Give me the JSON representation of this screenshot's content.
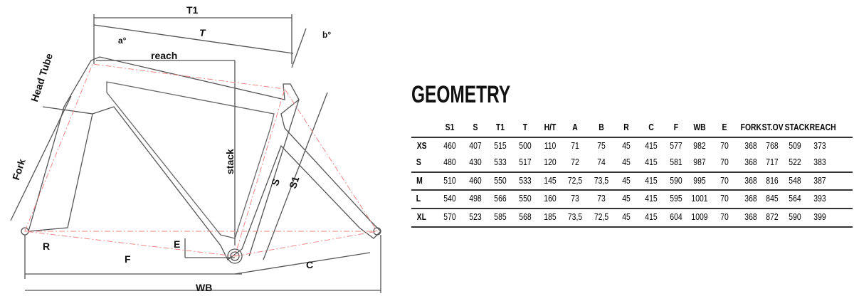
{
  "diagram": {
    "labels": {
      "T1": "T1",
      "T": "T",
      "a": "a°",
      "b": "b°",
      "reach": "reach",
      "head_tube": "Head Tube",
      "fork": "Fork",
      "stack": "stack",
      "S": "S",
      "S1": "S1",
      "E": "E",
      "R": "R",
      "F": "F",
      "C": "C",
      "WB": "WB"
    }
  },
  "geometry": {
    "title": "GEOMETRY",
    "columns": [
      "S1",
      "S",
      "T1",
      "T",
      "H/T",
      "A",
      "B",
      "R",
      "C",
      "F",
      "WB",
      "E",
      "FORK",
      "ST.OV",
      "STACK",
      "REACH"
    ],
    "rows": [
      {
        "size": "XS",
        "values": [
          "460",
          "407",
          "515",
          "500",
          "110",
          "71",
          "75",
          "45",
          "415",
          "577",
          "982",
          "70",
          "368",
          "768",
          "509",
          "373"
        ]
      },
      {
        "size": "S",
        "values": [
          "480",
          "430",
          "533",
          "517",
          "120",
          "72",
          "74",
          "45",
          "415",
          "581",
          "987",
          "70",
          "368",
          "717",
          "522",
          "383"
        ]
      },
      {
        "size": "M",
        "values": [
          "510",
          "460",
          "550",
          "533",
          "145",
          "72,5",
          "73,5",
          "45",
          "415",
          "590",
          "995",
          "70",
          "368",
          "816",
          "548",
          "387"
        ]
      },
      {
        "size": "L",
        "values": [
          "540",
          "498",
          "566",
          "550",
          "160",
          "73",
          "73",
          "45",
          "415",
          "595",
          "1001",
          "70",
          "368",
          "845",
          "564",
          "393"
        ]
      },
      {
        "size": "XL",
        "values": [
          "570",
          "523",
          "585",
          "568",
          "185",
          "73,5",
          "72,5",
          "45",
          "415",
          "604",
          "1009",
          "70",
          "368",
          "872",
          "590",
          "399"
        ]
      }
    ]
  }
}
